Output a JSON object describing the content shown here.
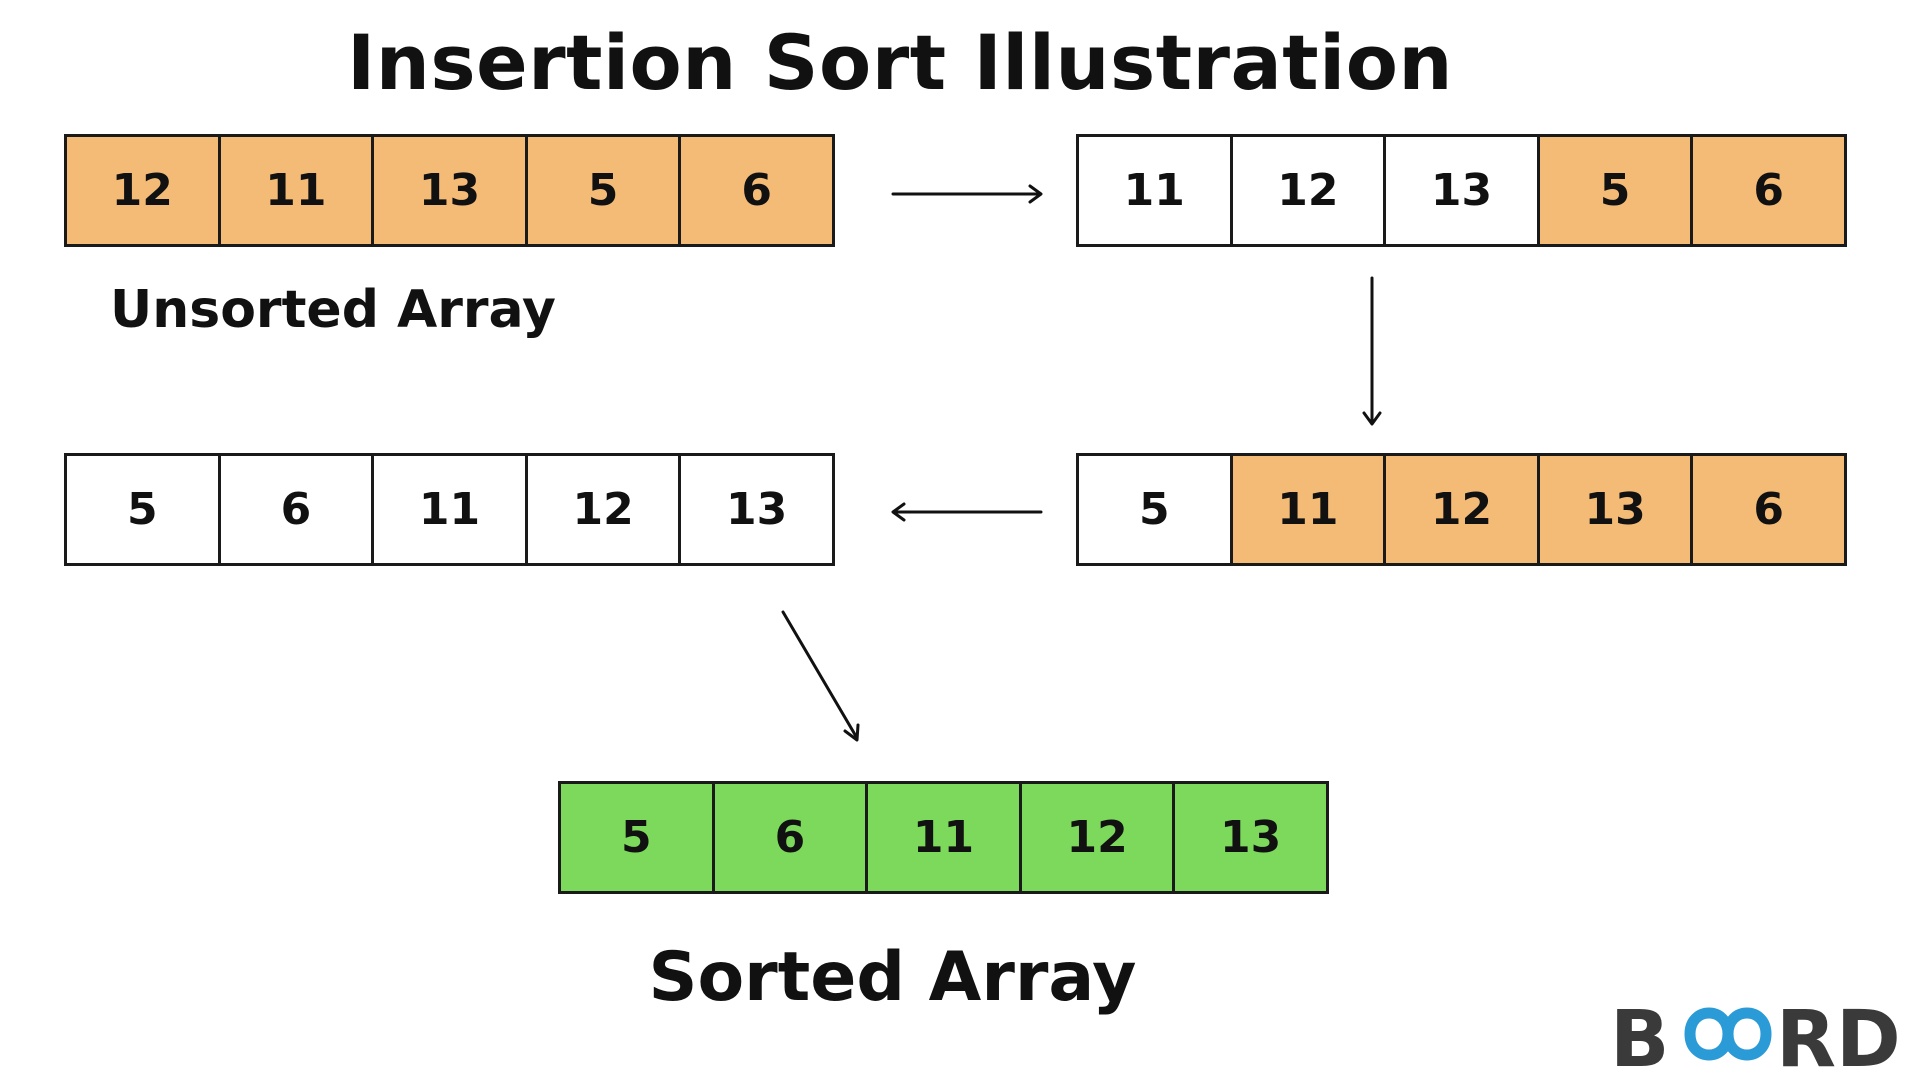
{
  "title": "Insertion Sort Illustration",
  "labels": {
    "unsorted": "Unsorted Array",
    "sorted": "Sorted Array"
  },
  "colors": {
    "highlight": "#f4bb77",
    "plain": "#ffffff",
    "sorted": "#7cd95c",
    "border": "#1a1a1a",
    "logo_dark": "#3a3a3a",
    "logo_accent": "#2a9bd6"
  },
  "steps": [
    {
      "cells": [
        "12",
        "11",
        "13",
        "5",
        "6"
      ],
      "states": [
        "highlight",
        "highlight",
        "highlight",
        "highlight",
        "highlight"
      ]
    },
    {
      "cells": [
        "11",
        "12",
        "13",
        "5",
        "6"
      ],
      "states": [
        "plain",
        "plain",
        "plain",
        "highlight",
        "highlight"
      ]
    },
    {
      "cells": [
        "5",
        "11",
        "12",
        "13",
        "6"
      ],
      "states": [
        "plain",
        "highlight",
        "highlight",
        "highlight",
        "highlight"
      ]
    },
    {
      "cells": [
        "5",
        "6",
        "11",
        "12",
        "13"
      ],
      "states": [
        "plain",
        "plain",
        "plain",
        "plain",
        "plain"
      ]
    },
    {
      "cells": [
        "5",
        "6",
        "11",
        "12",
        "13"
      ],
      "states": [
        "sorted",
        "sorted",
        "sorted",
        "sorted",
        "sorted"
      ]
    }
  ],
  "logo": {
    "text": "BOARD",
    "icon": "infinity-icon"
  }
}
